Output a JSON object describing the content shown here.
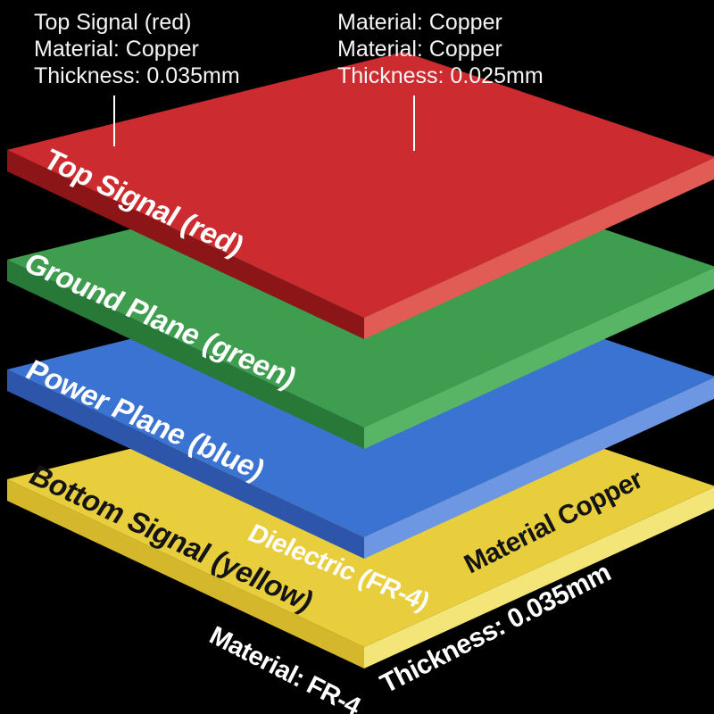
{
  "background_color": "#000000",
  "annotations": {
    "color": "#f5f5f5",
    "leader_line_color": "#ffffff",
    "top_left": {
      "line1": "Top Signal (red)",
      "line2": "Material: Copper",
      "line3": "Thickness: 0.035mm"
    },
    "top_center": {
      "line1": "Material: Copper",
      "line2": "Material: Copper",
      "line3": "Thickness: 0.025mm"
    }
  },
  "layers": [
    {
      "name": "top-signal-red",
      "label": "Top Signal (red)",
      "label_color": "#ffffff",
      "top_color": "#cc2b2f",
      "left_color": "#8c1518",
      "right_color": "#e05c55"
    },
    {
      "name": "ground-plane-green",
      "label": "Ground Plane (green)",
      "label_color": "#ffffff",
      "top_color": "#3f9d4f",
      "left_color": "#287837",
      "right_color": "#57b565"
    },
    {
      "name": "power-plane-blue",
      "label": "Power Plane (blue)",
      "label_color": "#ffffff",
      "top_color": "#3b73d2",
      "left_color": "#2d55aa",
      "right_color": "#6d97e3"
    },
    {
      "name": "bottom-signal-yellow",
      "label": "Bottom Signal (yellow)",
      "label_color": "#141414",
      "top_color": "#e8ce3d",
      "left_color": "#d4b72b",
      "right_color": "#f4e578"
    }
  ],
  "surface_labels": {
    "dielectric": {
      "text": "Dielectric  (FR-4)",
      "color": "#ffffff"
    },
    "material_copper": {
      "text": "Material Copper",
      "color": "#141414"
    },
    "material_fr4": {
      "text": "Material: FR-4",
      "color": "#ffffff"
    },
    "thickness_bottom": {
      "text": "Thickness: 0.035mm",
      "color": "#ffffff"
    }
  }
}
